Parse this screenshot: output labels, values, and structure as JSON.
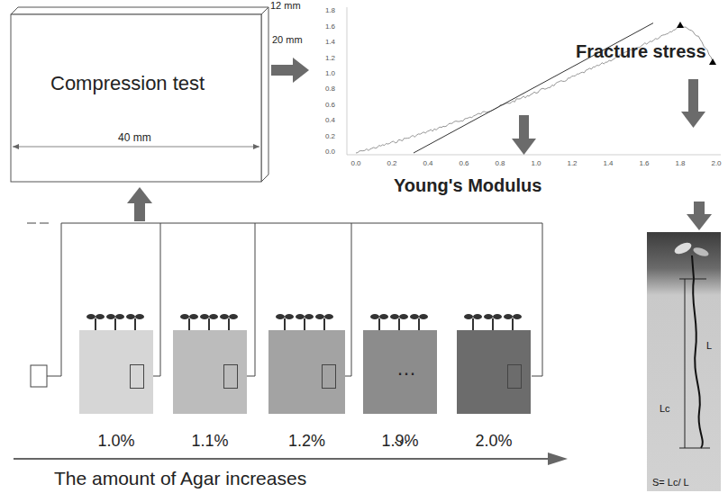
{
  "diagram": {
    "nodes": [
      {
        "text": [
          "Compression test"
        ]
      },
      {
        "text": [
          "Fracture stress",
          "Young's Modulus"
        ]
      },
      {
        "text": [
          "L",
          "Lc",
          "S= Lc/ L"
        ]
      },
      {
        "text": [
          "1.0%"
        ]
      },
      {
        "text": [
          "1.1%"
        ]
      },
      {
        "text": [
          "1.2%"
        ]
      },
      {
        "text": [
          "1.9%"
        ]
      },
      {
        "text": [
          "2.0%"
        ]
      }
    ],
    "edges": [
      {
        "from": 0,
        "to": 1,
        "arrow": "to"
      },
      {
        "from": 1,
        "to": 2,
        "arrow": "to"
      }
    ],
    "labels": [
      "12 mm",
      "20 mm",
      "40 mm",
      "0.0",
      "0.2",
      "0.4",
      "0.6",
      "0.8",
      "1.0",
      "1.2",
      "1.4",
      "1.6",
      "1.8",
      "2.0",
      "0.0",
      "0.2",
      "0.4",
      "0.6",
      "0.8",
      "1.0",
      "1.2",
      "1.4",
      "1.6",
      "1.8",
      "…",
      "…",
      "The amount of Agar increases"
    ]
  }
}
